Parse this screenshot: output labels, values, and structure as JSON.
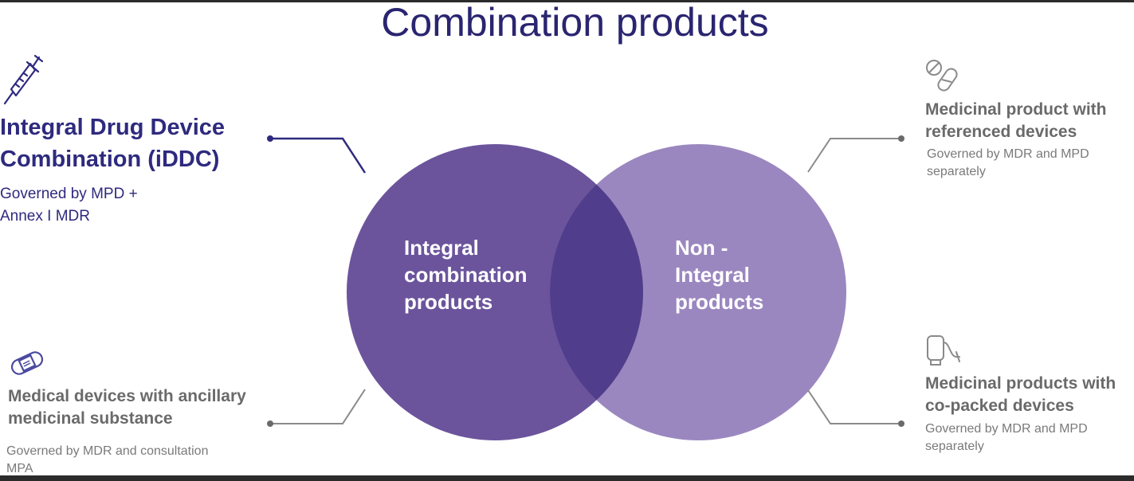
{
  "title": "Combination products",
  "colors": {
    "left_circle": "#6b549c",
    "right_circle": "#9b87bf",
    "overlap": "#503e8c",
    "accent_line": "#2e2a7e",
    "grey_line": "#8a8a8a"
  },
  "circles": {
    "left_text": [
      "Integral",
      "combination",
      "products"
    ],
    "right_text": [
      "Non -",
      "Integral",
      "products"
    ]
  },
  "callouts": {
    "top_left": {
      "icon": "syringe-icon",
      "heading": [
        "Integral Drug Device",
        "Combination (iDDC)"
      ],
      "detail": [
        "Governed by MPD +",
        "Annex I MDR"
      ]
    },
    "bottom_left": {
      "icon": "bandage-icon",
      "heading": [
        "Medical devices with ancillary",
        "medicinal substance"
      ],
      "detail": [
        "Governed by MDR and consultation",
        "MPA"
      ]
    },
    "top_right": {
      "icon": "pills-icon",
      "heading": [
        "Medicinal product with",
        "referenced devices"
      ],
      "detail": [
        "Governed by MDR and MPD",
        "separately"
      ]
    },
    "bottom_right": {
      "icon": "inhaler-icon",
      "heading": [
        "Medicinal products with",
        "co-packed devices"
      ],
      "detail": [
        "Governed by MDR and MPD",
        "separately"
      ]
    }
  }
}
